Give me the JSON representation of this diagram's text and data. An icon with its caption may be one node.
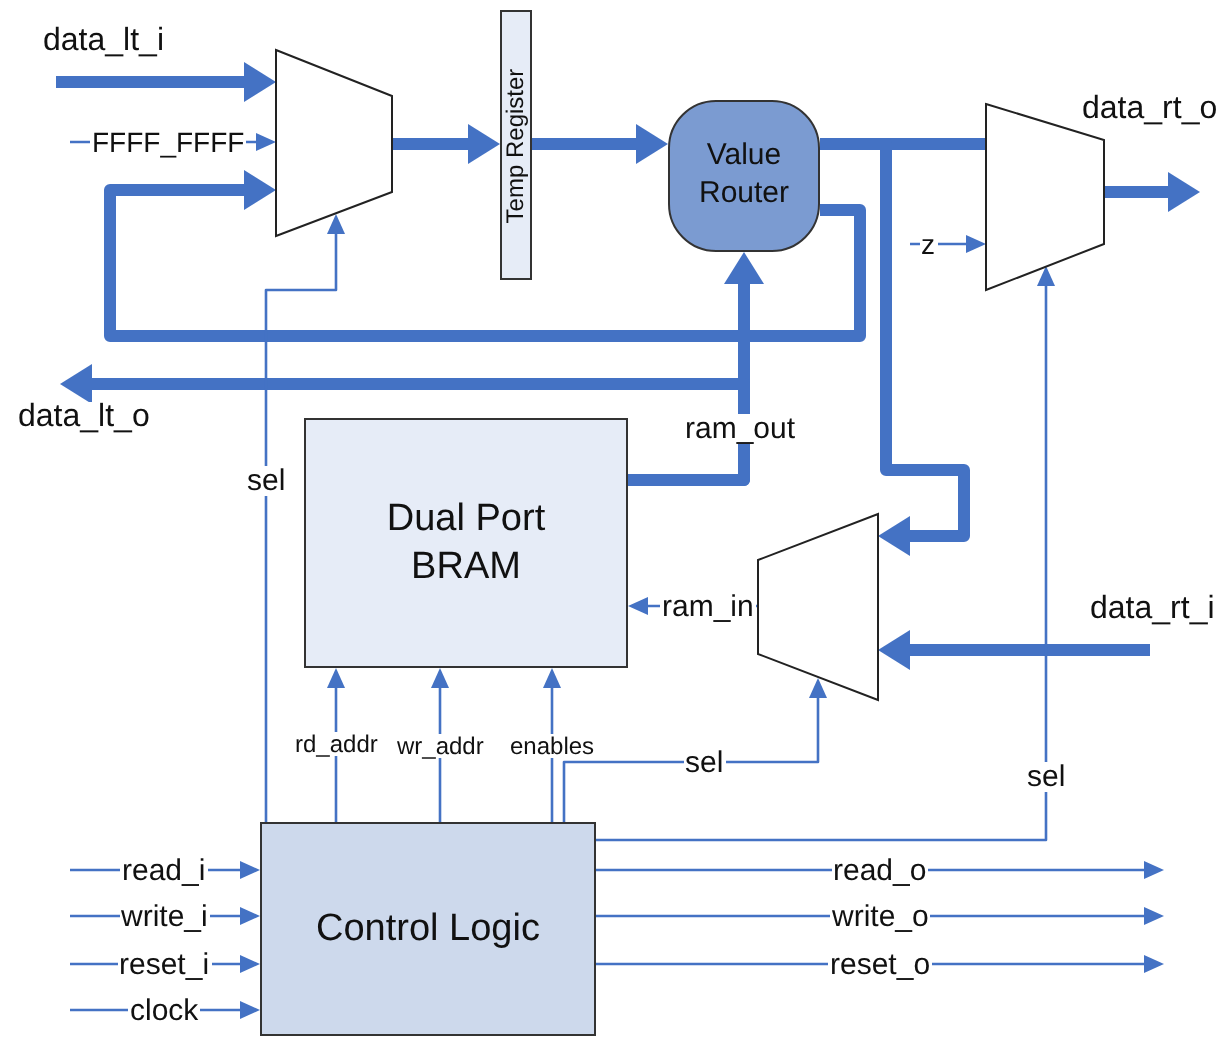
{
  "diagram": {
    "nodes": [
      {
        "text": [],
        "shape": "trapezoid"
      },
      {
        "text": [
          "Temp Register"
        ]
      },
      {
        "text": [
          "Value Router"
        ]
      },
      {
        "text": [],
        "shape": "trapezoid"
      },
      {
        "text": [
          "Dual Port BRAM"
        ]
      },
      {
        "text": [],
        "shape": "trapezoid"
      },
      {
        "text": [
          "Control Logic"
        ]
      }
    ],
    "edges": [
      {
        "from": null,
        "to": 0,
        "arrow": "to",
        "label": "data_lt_i",
        "style": "thick"
      },
      {
        "from": null,
        "to": 0,
        "arrow": "to",
        "label": "FFFF_FFFF"
      },
      {
        "from": 0,
        "to": 1,
        "arrow": "to",
        "style": "thick"
      },
      {
        "from": 1,
        "to": 2,
        "arrow": "to",
        "style": "thick"
      },
      {
        "from": 2,
        "to": 0,
        "arrow": "to",
        "style": "thick"
      },
      {
        "from": 2,
        "to": 3,
        "arrow": "none",
        "style": "thick"
      },
      {
        "from": 2,
        "to": 5,
        "arrow": "to",
        "style": "thick"
      },
      {
        "from": 4,
        "to": 2,
        "arrow": "to",
        "label": "ram_out",
        "style": "thick"
      },
      {
        "from": 4,
        "to": null,
        "arrow": "to",
        "label": "data_lt_o",
        "style": "thick"
      },
      {
        "from": null,
        "to": 3,
        "arrow": "to",
        "label": "z"
      },
      {
        "from": 3,
        "to": null,
        "arrow": "to",
        "label": "data_rt_o",
        "style": "thick"
      },
      {
        "from": null,
        "to": 5,
        "arrow": "to",
        "label": "data_rt_i",
        "style": "thick"
      },
      {
        "from": 5,
        "to": 4,
        "arrow": "to",
        "label": "ram_in"
      },
      {
        "from": 6,
        "to": 0,
        "arrow": "to",
        "label": "sel"
      },
      {
        "from": 6,
        "to": 4,
        "arrow": "to",
        "label": "rd_addr"
      },
      {
        "from": 6,
        "to": 4,
        "arrow": "to",
        "label": "wr_addr"
      },
      {
        "from": 6,
        "to": 4,
        "arrow": "to",
        "label": "enables"
      },
      {
        "from": 6,
        "to": 5,
        "arrow": "to",
        "label": "sel"
      },
      {
        "from": 6,
        "to": 3,
        "arrow": "to",
        "label": "sel"
      },
      {
        "from": null,
        "to": 6,
        "arrow": "to",
        "label": "read_i"
      },
      {
        "from": null,
        "to": 6,
        "arrow": "to",
        "label": "write_i"
      },
      {
        "from": null,
        "to": 6,
        "arrow": "to",
        "label": "reset_i"
      },
      {
        "from": null,
        "to": 6,
        "arrow": "to",
        "label": "clock"
      },
      {
        "from": 6,
        "to": null,
        "arrow": "to",
        "label": "read_o"
      },
      {
        "from": 6,
        "to": null,
        "arrow": "to",
        "label": "write_o"
      },
      {
        "from": 6,
        "to": null,
        "arrow": "to",
        "label": "reset_o"
      }
    ]
  }
}
